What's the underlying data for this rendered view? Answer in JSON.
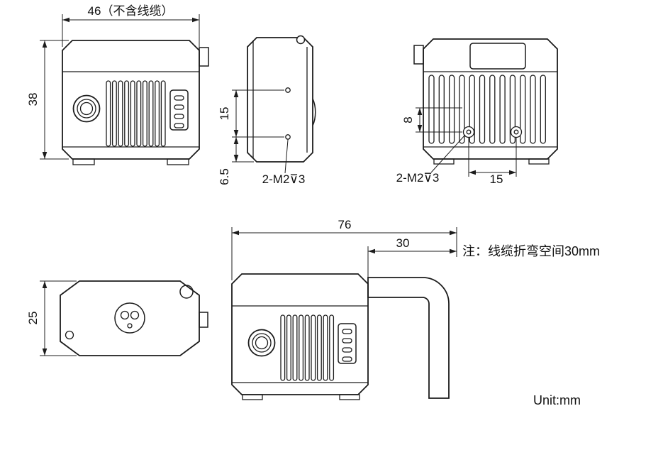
{
  "dims": {
    "front_width": "46（不含线缆）",
    "front_height": "38",
    "side_hole_spacing": "15",
    "side_hole_offset": "6.5",
    "side_thread": "2-M2⊽3",
    "back_thread": "2-M2⊽3",
    "back_hole_offset": "8",
    "back_hole_spacing": "15",
    "total_length": "76",
    "cable_clearance": "30",
    "top_height": "25"
  },
  "note": {
    "text": "注：线缆折弯空间30mm"
  },
  "footer": {
    "unit": "Unit:mm"
  }
}
